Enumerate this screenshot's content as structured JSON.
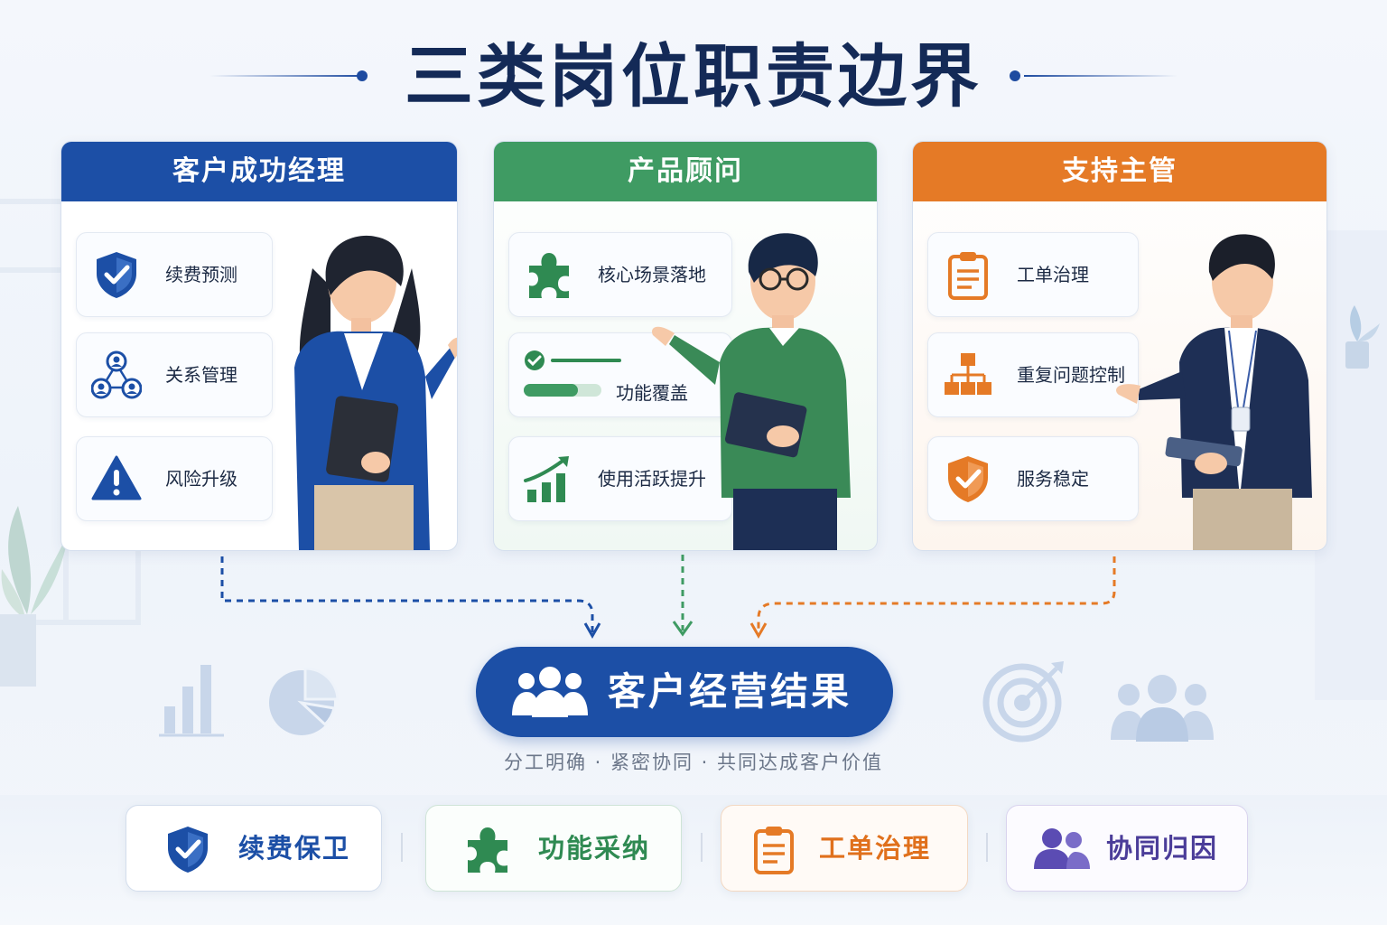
{
  "title": "三类岗位职责边界",
  "roles": [
    {
      "name": "客户成功经理",
      "color": "#1c4fa6",
      "items": [
        {
          "label": "续费预测",
          "icon": "shield-check-icon"
        },
        {
          "label": "关系管理",
          "icon": "network-people-icon"
        },
        {
          "label": "风险升级",
          "icon": "warning-icon"
        }
      ]
    },
    {
      "name": "产品顾问",
      "color": "#3f9b63",
      "items": [
        {
          "label": "核心场景落地",
          "icon": "puzzle-icon"
        },
        {
          "label": "功能覆盖",
          "icon": "progress-check-icon"
        },
        {
          "label": "使用活跃提升",
          "icon": "growth-chart-icon"
        }
      ]
    },
    {
      "name": "支持主管",
      "color": "#e57a26",
      "items": [
        {
          "label": "工单治理",
          "icon": "clipboard-icon"
        },
        {
          "label": "重复问题控制",
          "icon": "hierarchy-icon"
        },
        {
          "label": "服务稳定",
          "icon": "shield-check-icon"
        }
      ]
    }
  ],
  "result": {
    "label": "客户经营结果",
    "icon": "team-icon"
  },
  "subtitle": "分工明确 · 紧密协同 · 共同达成客户价值",
  "badges": [
    {
      "label": "续费保卫",
      "icon": "shield-check-icon",
      "color": "#1c4fa6"
    },
    {
      "label": "功能采纳",
      "icon": "puzzle-icon",
      "color": "#2f8a52"
    },
    {
      "label": "工单治理",
      "icon": "clipboard-icon",
      "color": "#e0701c"
    },
    {
      "label": "协同归因",
      "icon": "people-icon",
      "color": "#4b3d99"
    }
  ]
}
